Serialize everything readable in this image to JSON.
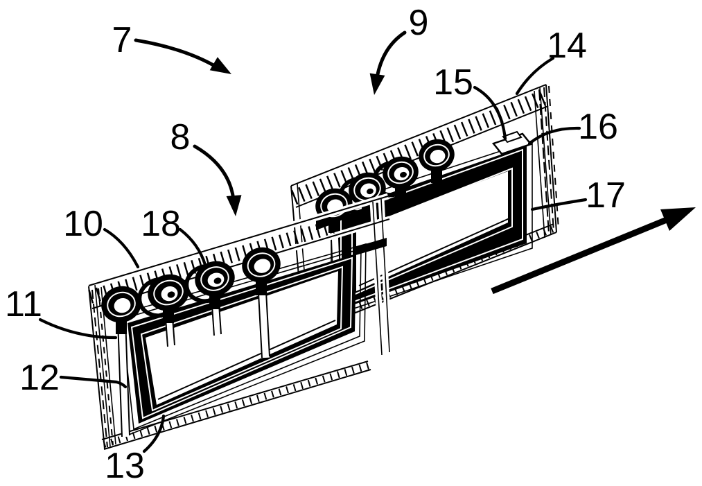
{
  "drawing": {
    "background_color": "#ffffff",
    "ink_color": "#000000",
    "style": "patent line drawing",
    "direction_arrow": "thick arrow pointing up-right"
  },
  "labels": {
    "n7": "7",
    "n8": "8",
    "n9": "9",
    "n10": "10",
    "n11": "11",
    "n12": "12",
    "n13": "13",
    "n14": "14",
    "n15": "15",
    "n16": "16",
    "n17": "17",
    "n18": "18"
  }
}
